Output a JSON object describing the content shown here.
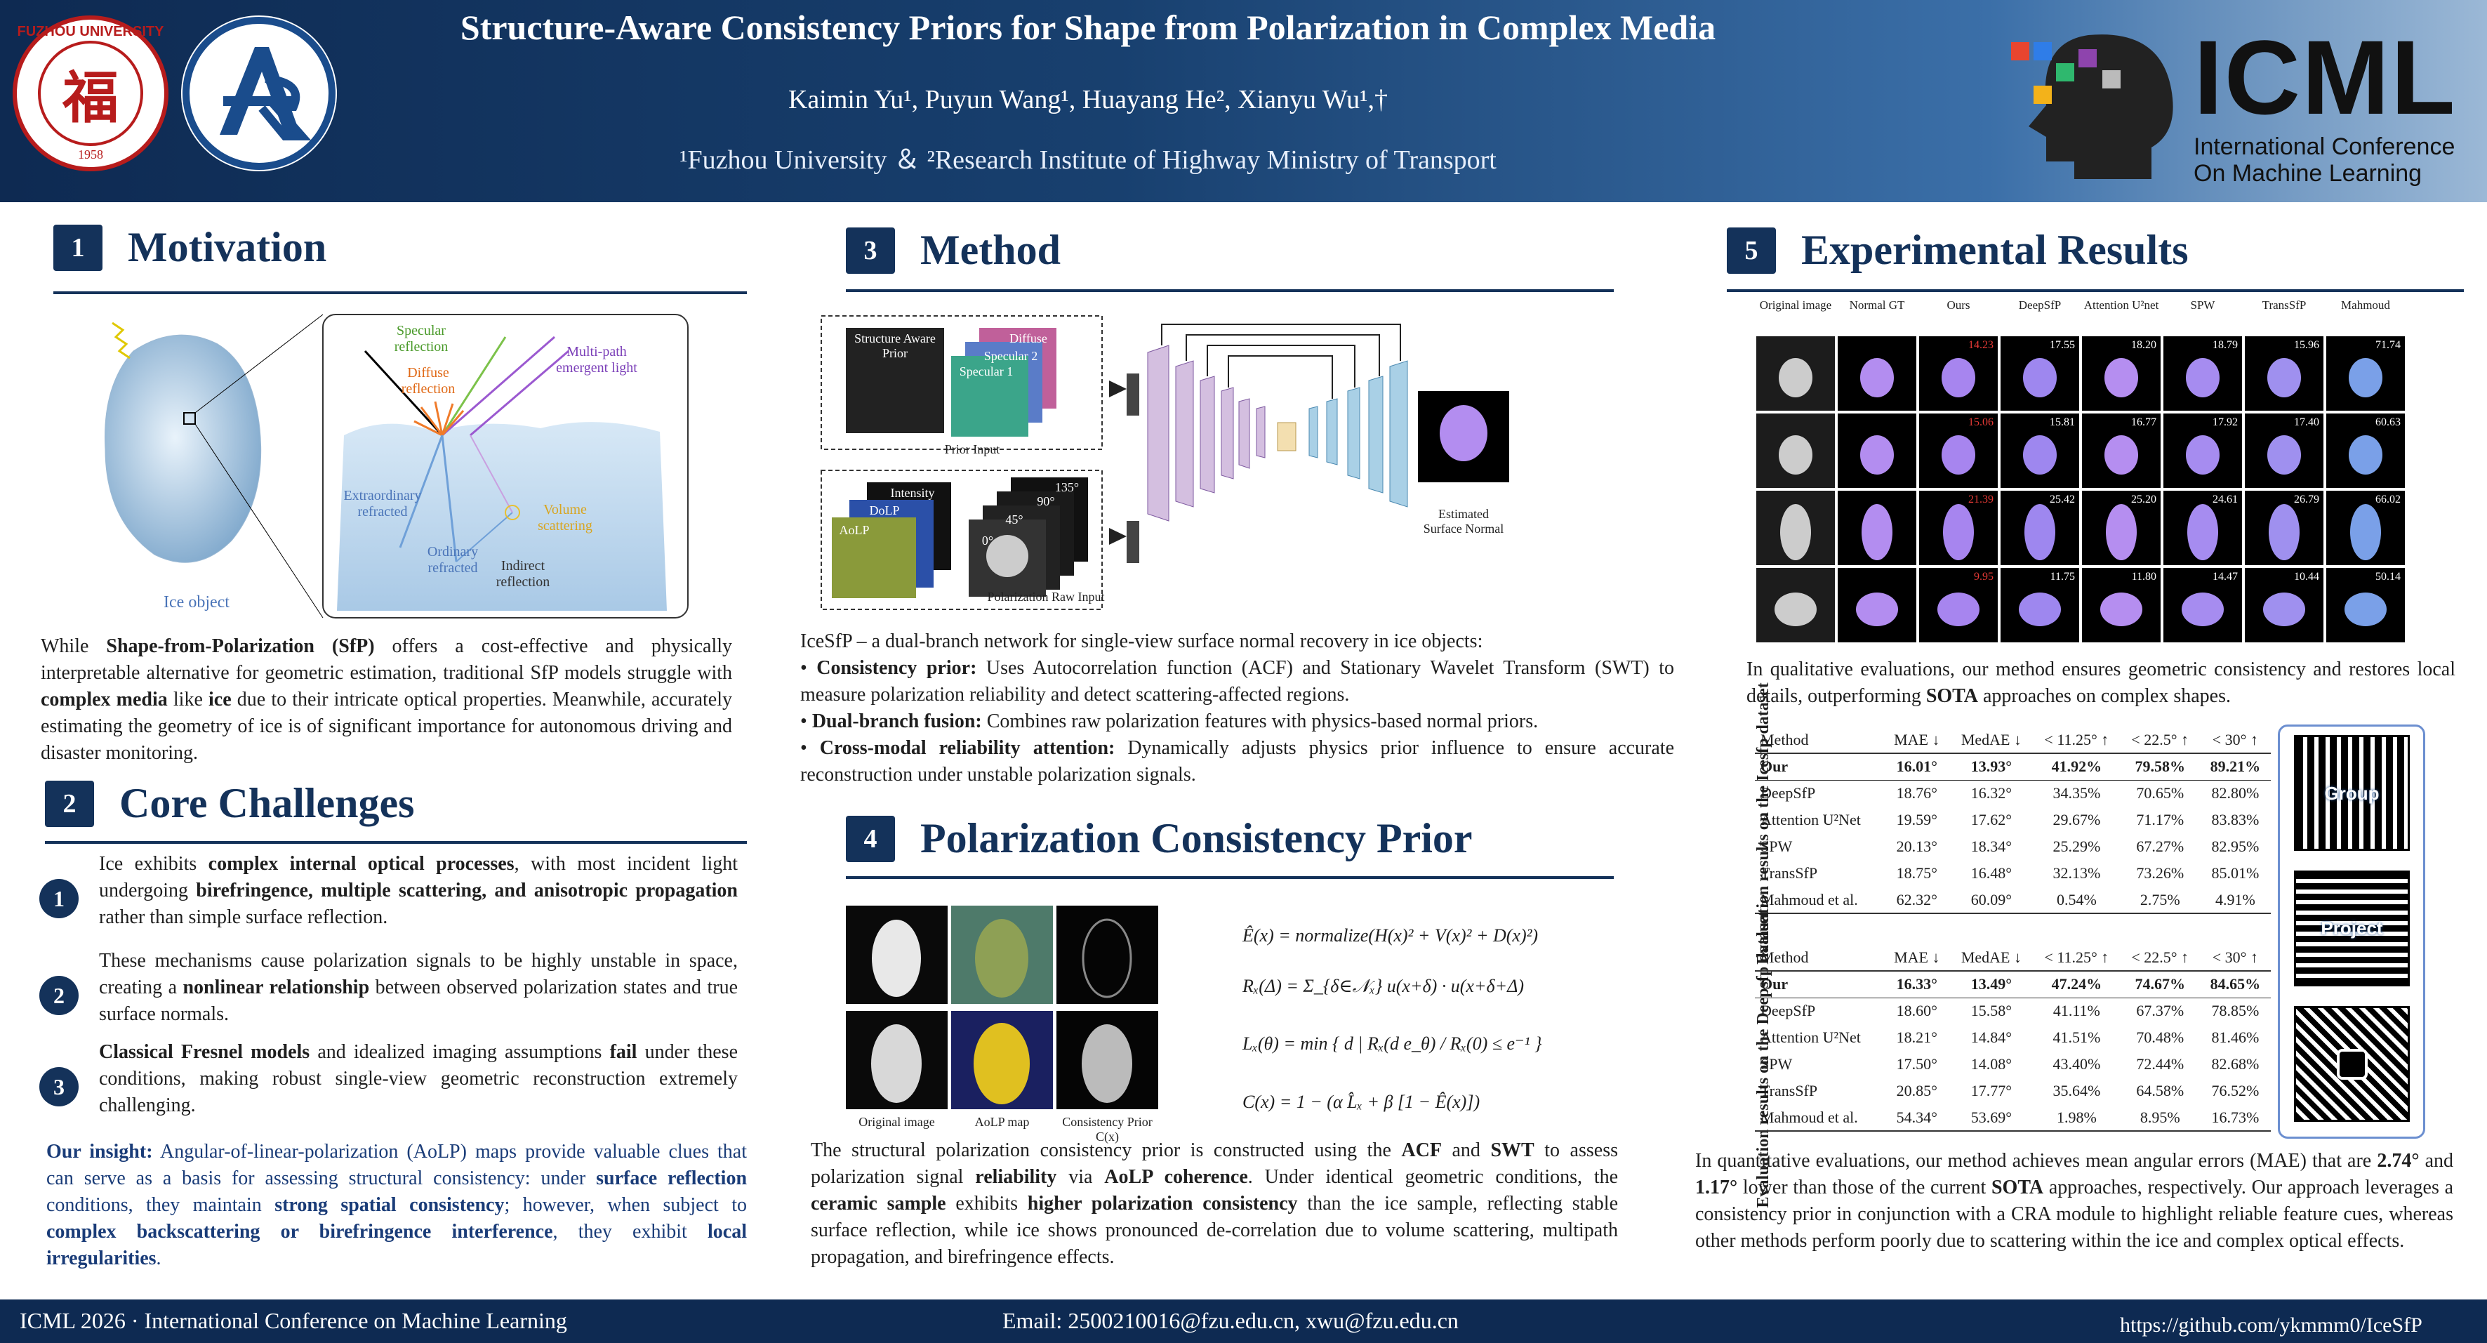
{
  "header": {
    "title": "Structure-Aware Consistency Priors for Shape from Polarization in Complex Media",
    "authors": "Kaimin Yu¹, Puyun Wang¹, Huayang He², Xianyu Wu¹,†",
    "affiliations": "¹Fuzhou University ＆ ²Research Institute of Highway Ministry of Transport",
    "fzu_logo_ring": "FUZHOU UNIVERSITY",
    "fzu_logo_glyph": "福",
    "fzu_logo_year": "1958",
    "icml_logo": "ICML",
    "icml_sub": "International Conference On Machine Learning"
  },
  "motivation": {
    "num": "1",
    "title": "Motivation",
    "fig_labels": {
      "specular": "Specular reflection",
      "multipath": "Multi-path emergent light",
      "diffuse": "Diffuse reflection",
      "extraordinary": "Extraordinary refracted",
      "volume": "Volume scattering",
      "ordinary": "Ordinary refracted",
      "indirect": "Indirect reflection",
      "ice_object": "Ice object"
    },
    "p1": "While",
    "p1_b1": "Shape-from-Polarization (SfP)",
    "p1_2": "offers a cost-effective and physically interpretable alternative for geometric estimation, traditional SfP models struggle with",
    "p1_b2": "complex media",
    "p1_3": "like",
    "p1_b3": "ice",
    "p1_4": "due to their intricate optical properties. Meanwhile, accurately estimating the geometry of ice is of significant importance for autonomous driving and disaster monitoring."
  },
  "challenges": {
    "num": "2",
    "title": "Core Challenges",
    "items": [
      {
        "n": "1",
        "a": "Ice exhibits",
        "b": "complex internal optical processes",
        "c": ", with most incident light undergoing",
        "d": "birefringence, multiple scattering, and anisotropic propagation",
        "e": "rather than simple surface reflection."
      },
      {
        "n": "2",
        "a": "These mechanisms cause polarization signals to be highly unstable in space, creating a",
        "b": "nonlinear relationship",
        "c": "between observed polarization states and true surface normals.",
        "d": "",
        "e": ""
      },
      {
        "n": "3",
        "a": "",
        "b": "Classical Fresnel models",
        "c": "and idealized imaging assumptions",
        "d": "fail",
        "e": "under these conditions, making robust single-view geometric reconstruction extremely challenging."
      }
    ],
    "insight_b": "Our insight:",
    "insight_1": "Angular-of-linear-polarization (AoLP) maps provide valuable clues that can serve as a basis for assessing structural consistency: under",
    "insight_b2": "surface reflection",
    "insight_2": "conditions, they maintain",
    "insight_b3": "strong spatial consistency",
    "insight_3": "; however, when subject to",
    "insight_b4": "complex backscattering or birefringence interference",
    "insight_4": ", they exhibit",
    "insight_b5": "local irregularities",
    "insight_5": "."
  },
  "method": {
    "num": "3",
    "title": "Method",
    "fig_labels": {
      "sap": "Structure Aware Prior",
      "diffuse": "Diffuse",
      "spec2": "Specular 2",
      "spec1": "Specular 1",
      "prior_input": "Prior Input",
      "intensity": "Intensity",
      "dolp": "DoLP",
      "aolp": "AoLP",
      "a135": "135°",
      "a90": "90°",
      "a45": "45°",
      "a0": "0°",
      "raw": "Polarization Raw Input",
      "estimated": "Estimated Surface Normal"
    },
    "intro": "IceSfP – a dual-branch network for single-view surface normal recovery in ice objects:",
    "bullets": [
      {
        "b": "Consistency prior:",
        "t": "Uses Autocorrelation function (ACF) and Stationary Wavelet Transform (SWT) to measure polarization reliability and detect scattering-affected regions."
      },
      {
        "b": "Dual-branch fusion:",
        "t": "Combines raw polarization features with physics-based normal priors."
      },
      {
        "b": "Cross-modal reliability attention:",
        "t": "Dynamically adjusts physics prior influence to ensure accurate reconstruction under unstable polarization signals."
      }
    ]
  },
  "prior": {
    "num": "4",
    "title": "Polarization Consistency Prior",
    "cap_original": "Original image",
    "cap_aolp": "AoLP map",
    "cap_cons": "Consistency Prior C(x)",
    "eq1": "Ê(x) = normalize(H(x)² + V(x)² + D(x)²)",
    "eq2": "Rₓ(Δ) = Σ_{δ∈𝒩ₓ} u(x+δ) · u(x+δ+Δ)",
    "eq3": "Lₓ(θ) = min { d | Rₓ(d e_θ) / Rₓ(0) ≤ e⁻¹ }",
    "eq4": "C(x) = 1 − (α L̂ₓ + β [1 − Ê(x)])",
    "p_1": "The structural polarization consistency prior is constructed using the",
    "p_b1": "ACF",
    "p_2": "and",
    "p_b2": "SWT",
    "p_3": "to assess polarization signal",
    "p_b3": "reliability",
    "p_4": "via",
    "p_b4": "AoLP coherence",
    "p_5": ". Under identical geometric conditions, the",
    "p_b5": "ceramic sample",
    "p_6": "exhibits",
    "p_b6": "higher polarization consistency",
    "p_7": "than the ice sample, reflecting stable surface reflection, while ice shows pronounced de-correlation due to volume scattering, multipath propagation, and birefringence effects."
  },
  "results": {
    "num": "5",
    "title": "Experimental Results",
    "col_heads": [
      "Original image",
      "Normal GT",
      "Ours",
      "DeepSfP",
      "Attention U²net",
      "SPW",
      "TransSfP",
      "Mahmoud"
    ],
    "grid_values": [
      [
        "14.23",
        "17.55",
        "18.20",
        "18.79",
        "15.96",
        "71.74"
      ],
      [
        "15.06",
        "15.81",
        "16.77",
        "17.92",
        "17.40",
        "60.63"
      ],
      [
        "21.39",
        "25.42",
        "25.20",
        "24.61",
        "26.79",
        "66.02"
      ],
      [
        "9.95",
        "11.75",
        "11.80",
        "14.47",
        "10.44",
        "50.14"
      ]
    ],
    "qual_1": "In qualitative evaluations, our method ensures geometric consistency and restores local details, outperforming",
    "qual_b": "SOTA",
    "qual_2": "approaches on complex shapes.",
    "table_heads": [
      "Method",
      "MAE ↓",
      "MedAE ↓",
      "< 11.25° ↑",
      "< 22.5° ↑",
      "< 30° ↑"
    ],
    "ice_label": "Evaluation results on the Icesfp dataset",
    "deep_label": "Evaluation results on the Deepsfp dataset",
    "ice_rows": [
      [
        "Our",
        "16.01°",
        "13.93°",
        "41.92%",
        "79.58%",
        "89.21%"
      ],
      [
        "DeepSfP",
        "18.76°",
        "16.32°",
        "34.35%",
        "70.65%",
        "82.80%"
      ],
      [
        "Attention U²Net",
        "19.59°",
        "17.62°",
        "29.67%",
        "71.17%",
        "83.83%"
      ],
      [
        "SPW",
        "20.13°",
        "18.34°",
        "25.29%",
        "67.27%",
        "82.95%"
      ],
      [
        "TransSfP",
        "18.75°",
        "16.48°",
        "32.13%",
        "73.26%",
        "85.01%"
      ],
      [
        "Mahmoud et al.",
        "62.32°",
        "60.09°",
        "0.54%",
        "2.75%",
        "4.91%"
      ]
    ],
    "deep_rows": [
      [
        "Our",
        "16.33°",
        "13.49°",
        "47.24%",
        "74.67%",
        "84.65%"
      ],
      [
        "DeepSfP",
        "18.60°",
        "15.58°",
        "41.11%",
        "67.37%",
        "78.85%"
      ],
      [
        "Attention U²Net",
        "18.21°",
        "14.84°",
        "41.51%",
        "70.48%",
        "81.46%"
      ],
      [
        "SPW",
        "17.50°",
        "14.08°",
        "43.40%",
        "72.44%",
        "82.68%"
      ],
      [
        "TransSfP",
        "20.85°",
        "17.77°",
        "35.64%",
        "64.58%",
        "76.52%"
      ],
      [
        "Mahmoud et al.",
        "54.34°",
        "53.69°",
        "1.98%",
        "8.95%",
        "16.73%"
      ]
    ],
    "qr_group": "Group",
    "qr_project": "Project",
    "quant_1": "In quantitative evaluations, our method achieves mean angular errors (MAE) that are",
    "quant_b1": "2.74°",
    "quant_2": "and",
    "quant_b2": "1.17°",
    "quant_3": "lower than those of the current",
    "quant_b3": "SOTA",
    "quant_4": "approaches, respectively. Our approach leverages a consistency prior in conjunction with a CRA module to highlight reliable feature cues, whereas other methods perform poorly due to scattering within the ice and complex optical effects."
  },
  "footer": {
    "left": "ICML 2026 · International Conference on Machine Learning",
    "center": "Email: 2500210016@fzu.edu.cn, xwu@fzu.edu.cn",
    "right": "https://github.com/ykmmm0/IceSfP"
  },
  "colors": {
    "navy": "#14325a",
    "red_value": "#e53935",
    "brand_red": "#b71c1c"
  }
}
